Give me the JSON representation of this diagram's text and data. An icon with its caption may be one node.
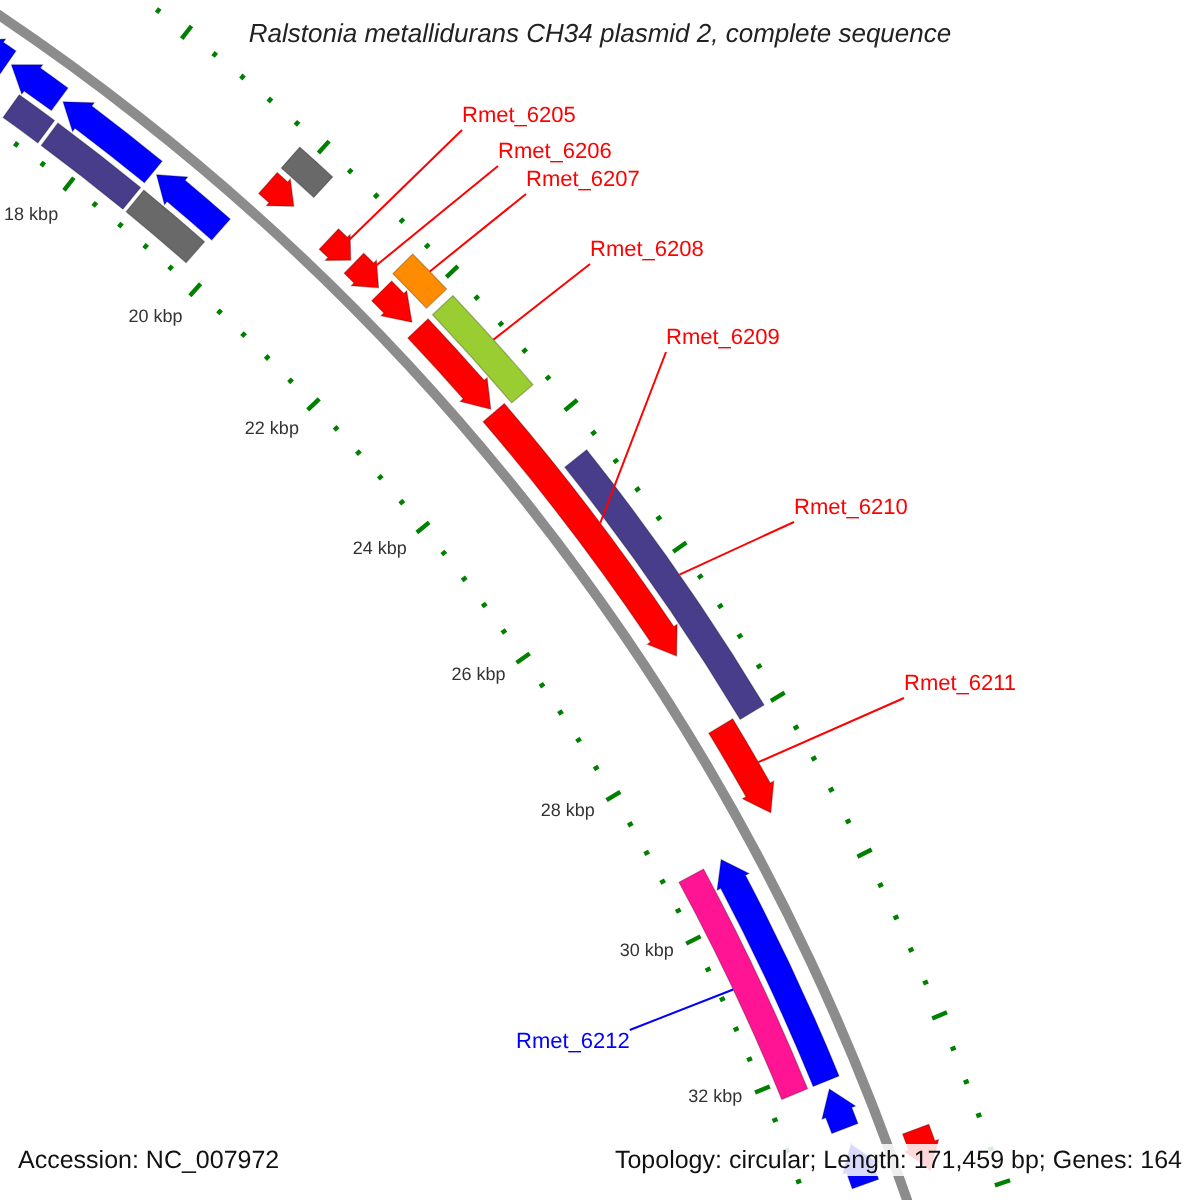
{
  "diagram": {
    "title": "Ralstonia metallidurans CH34 plasmid 2, complete sequence",
    "nodes": [
      {
        "text": [
          "Rmet_6205"
        ]
      },
      {
        "text": [
          "Rmet_6206"
        ]
      },
      {
        "text": [
          "Rmet_6207"
        ]
      },
      {
        "text": [
          "Rmet_6208"
        ]
      },
      {
        "text": [
          "Rmet_6209"
        ]
      },
      {
        "text": [
          "Rmet_6210"
        ]
      },
      {
        "text": [
          "Rmet_6211"
        ]
      },
      {
        "text": [
          "Rmet_6212"
        ]
      },
      {
        "text": [],
        "shape": "bar"
      },
      {
        "text": [],
        "shape": "arrow"
      },
      {
        "text": [],
        "shape": "arrow"
      },
      {
        "text": [],
        "shape": "arrow"
      },
      {
        "text": [],
        "shape": "bar"
      },
      {
        "text": [],
        "shape": "arrow"
      },
      {
        "text": [],
        "shape": "bar"
      },
      {
        "text": [],
        "shape": "arrow"
      },
      {
        "text": [],
        "shape": "bar"
      },
      {
        "text": [],
        "shape": "arrow"
      },
      {
        "text": [],
        "shape": "arrow"
      },
      {
        "text": [],
        "shape": "arrow"
      },
      {
        "text": [],
        "shape": "bar"
      },
      {
        "text": [],
        "shape": "arrow"
      },
      {
        "text": [],
        "shape": "bar"
      },
      {
        "text": [],
        "shape": "arrow"
      },
      {
        "text": [],
        "shape": "bar"
      },
      {
        "text": [],
        "shape": "arrow"
      },
      {
        "text": [],
        "shape": "bar"
      },
      {
        "text": [],
        "shape": "arrow"
      },
      {
        "text": [],
        "shape": "arrow"
      },
      {
        "text": [],
        "shape": "arrow"
      },
      {
        "text": [],
        "shape": "arrow"
      }
    ],
    "edges": [
      {
        "from": 0,
        "to": 17,
        "arrow": "none"
      },
      {
        "from": 1,
        "to": 18,
        "arrow": "none"
      },
      {
        "from": 2,
        "to": 20,
        "arrow": "none"
      },
      {
        "from": 3,
        "to": 22,
        "arrow": "none"
      },
      {
        "from": 4,
        "to": 23,
        "arrow": "none"
      },
      {
        "from": 5,
        "to": 24,
        "arrow": "none"
      },
      {
        "from": 6,
        "to": 25,
        "arrow": "none"
      },
      {
        "from": 7,
        "to": 26,
        "arrow": "none",
        "color": "#0000ff"
      }
    ],
    "labels": [
      "18 kbp",
      "20 kbp",
      "22 kbp",
      "24 kbp",
      "26 kbp",
      "28 kbp",
      "30 kbp",
      "32 kbp",
      "Accession: NC_007972",
      "Topology: circular; Length: 171,459 bp; Genes: 164"
    ]
  }
}
